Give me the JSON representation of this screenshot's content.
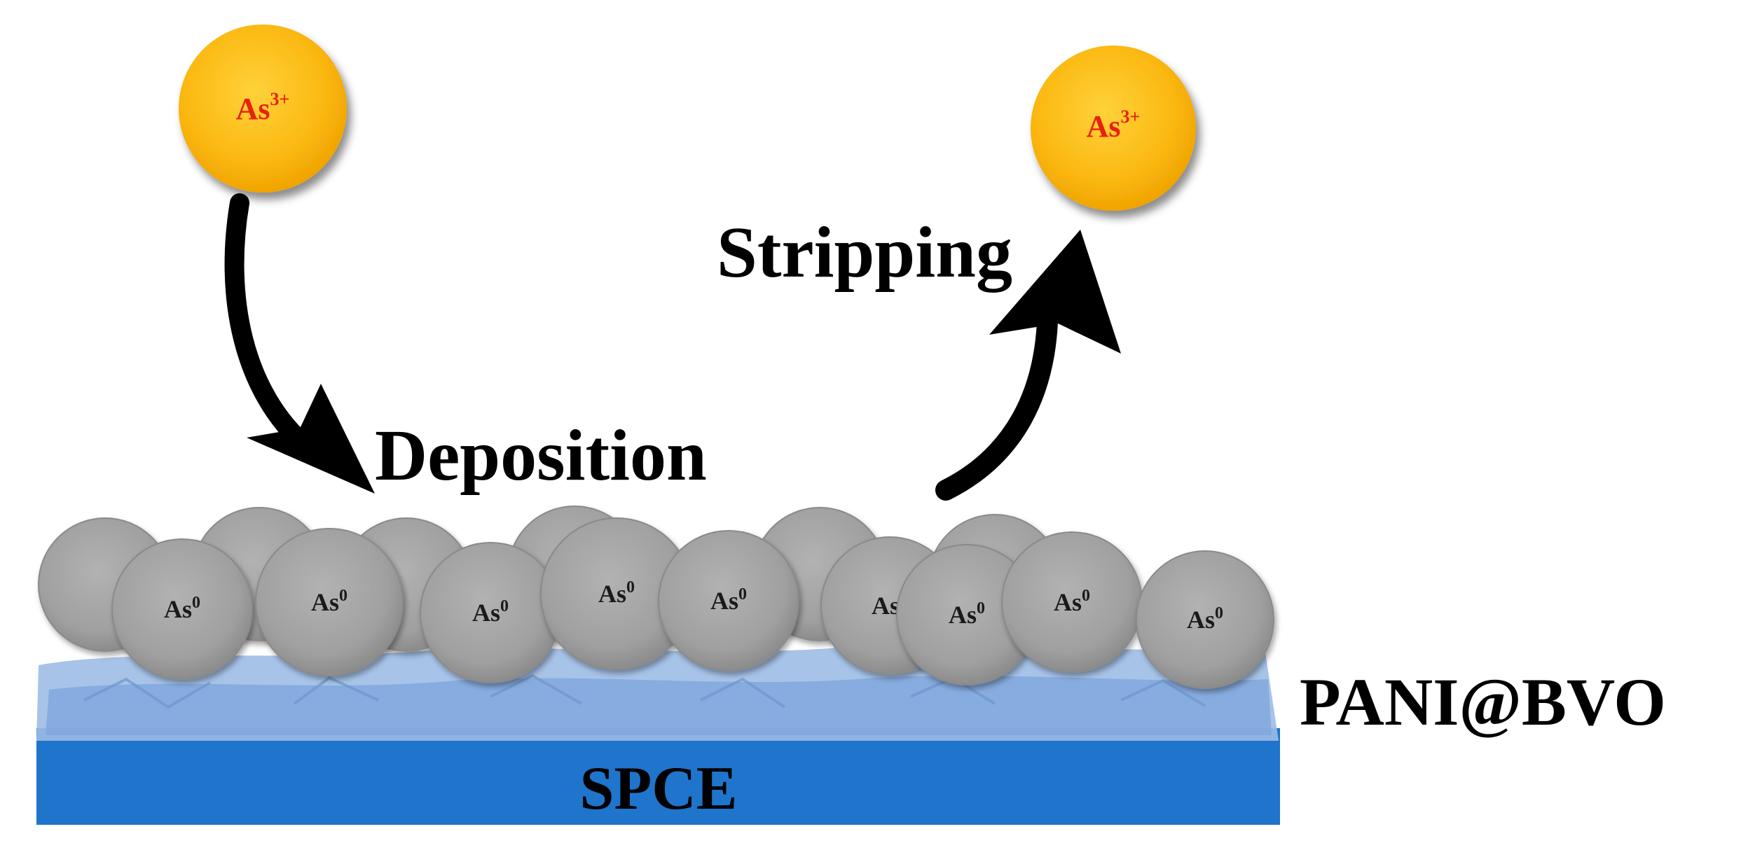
{
  "labels": {
    "stripping": "Stripping",
    "deposition": "Deposition",
    "modifier": "PANI@BVO",
    "electrode": "SPCE"
  },
  "ions": {
    "incoming": {
      "base": "As",
      "charge": "3+"
    },
    "outgoing": {
      "base": "As",
      "charge": "3+"
    }
  },
  "deposit_atom": {
    "base": "As",
    "superscript": "0"
  },
  "colors": {
    "ion_fill": "#fbb811",
    "ion_text": "#e8210f",
    "atom_fill": "#a3a3a3",
    "atom_text": "#1a1a1a",
    "pani_layer": "#8fb2e2",
    "spce_layer": "#1f74cc",
    "arrow": "#000000"
  }
}
